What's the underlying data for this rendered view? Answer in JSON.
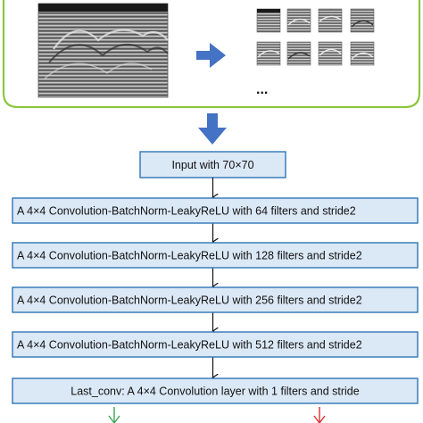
{
  "colors": {
    "box_fill": "#dbe8f6",
    "box_border": "#2e75b6",
    "panel_border": "#8cc63f",
    "big_arrow": "#4472c4",
    "green_arrow": "#3aa655",
    "red_arrow": "#d93030"
  },
  "top_panel": {
    "ellipsis": "...",
    "source_image": "gpr-radargram",
    "patches_grid": "4x2 radargram patches",
    "arrow_icon": "right-arrow-icon"
  },
  "pipeline": {
    "input": "Input with 70×70",
    "layers": [
      "A 4×4 Convolution-BatchNorm-LeakyReLU with 64 filters and stride2",
      "A 4×4 Convolution-BatchNorm-LeakyReLU with 128 filters and stride2",
      "A 4×4 Convolution-BatchNorm-LeakyReLU with 256 filters and stride2",
      "A 4×4 Convolution-BatchNorm-LeakyReLU with 512 filters and stride2"
    ],
    "last": "Last_conv: A 4×4 Convolution layer with 1 filters and stride"
  }
}
